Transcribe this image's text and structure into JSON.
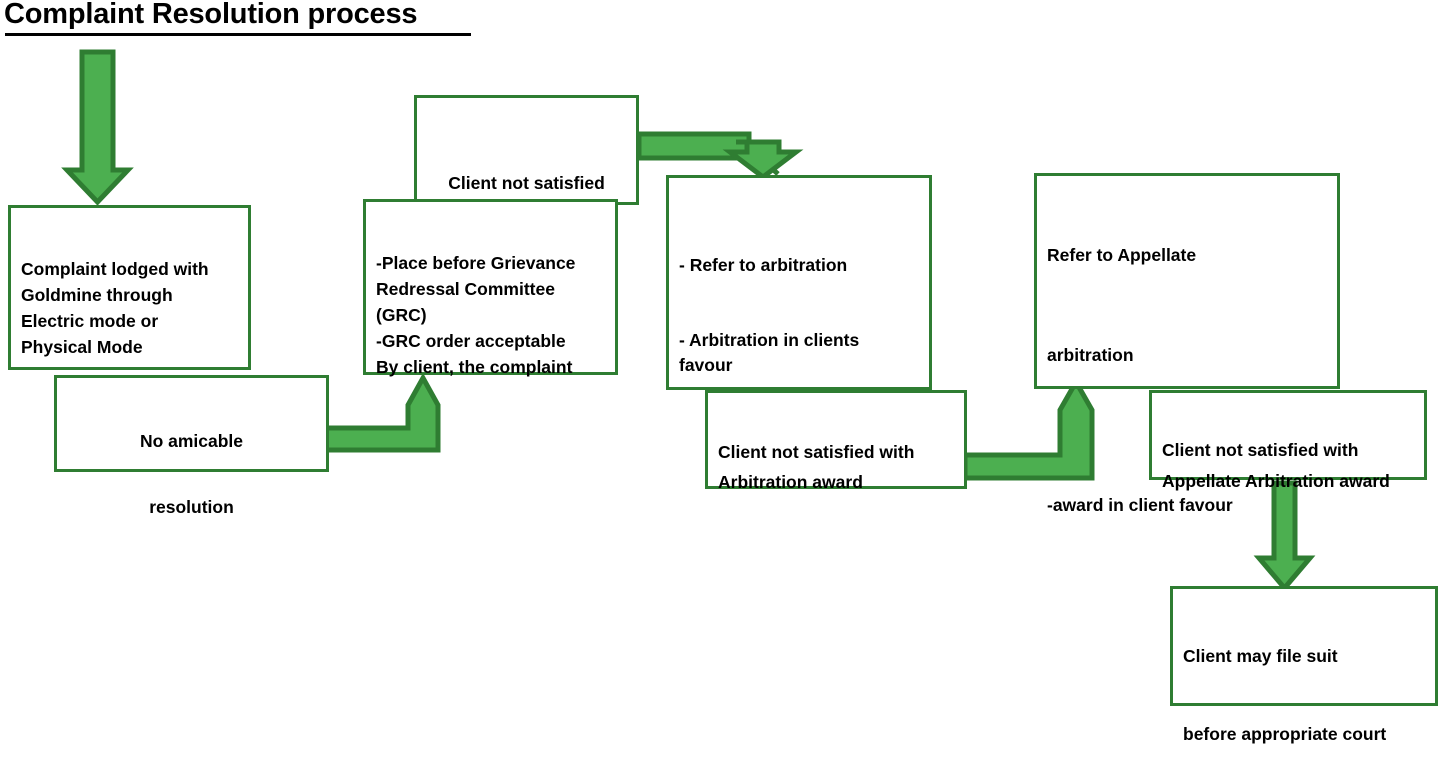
{
  "page": {
    "title": "Complaint Resolution process",
    "background_color": "#ffffff",
    "accent_color": "#2f7d32",
    "arrow_fill_color": "#4caf50",
    "text_color": "#000000"
  },
  "nodes": {
    "complaint_lodged": {
      "label": "Complaint lodged with\nGoldmine through\nElectric mode or\nPhysical Mode"
    },
    "no_amicable_resolution": {
      "label": "No amicable\n\nresolution"
    },
    "client_not_satisfied_grc": {
      "label": "Client not satisfied\n\nGRC Order"
    },
    "grc_placement": {
      "label": "-Place before Grievance\n Redressal Committee\n (GRC)\n-GRC order acceptable\nBy client, the complaint"
    },
    "refer_arbitration": {
      "label": "- Refer to arbitration\n\n\n- Arbitration in clients\n  favour"
    },
    "client_not_satisfied_arbitration": {
      "label": "Client not satisfied with\nArbitration award"
    },
    "refer_appellate": {
      "label": "Refer to Appellate\n\narbitration\n\n\n-award in client favour"
    },
    "client_not_satisfied_appellate": {
      "label": "Client not satisfied with\nAppellate Arbitration award"
    },
    "client_may_file_suit": {
      "label": "Client may file suit\n\nbefore appropriate court"
    }
  },
  "connectors": [
    {
      "id": "entry-arrow",
      "type": "arrow-down",
      "from": "start",
      "to": "complaint_lodged"
    },
    {
      "id": "no-amicable-to-grc",
      "type": "arrow-elbow-right-up",
      "from": "no_amicable_resolution",
      "to": "grc_placement"
    },
    {
      "id": "grc-order-to-arbitration",
      "type": "arrow-elbow-right-down",
      "from": "client_not_satisfied_grc",
      "to": "refer_arbitration"
    },
    {
      "id": "arbitration-to-appellate",
      "type": "arrow-elbow-right-up",
      "from": "client_not_satisfied_arbitration",
      "to": "refer_appellate"
    },
    {
      "id": "appellate-to-court",
      "type": "arrow-down",
      "from": "client_not_satisfied_appellate",
      "to": "client_may_file_suit"
    }
  ]
}
